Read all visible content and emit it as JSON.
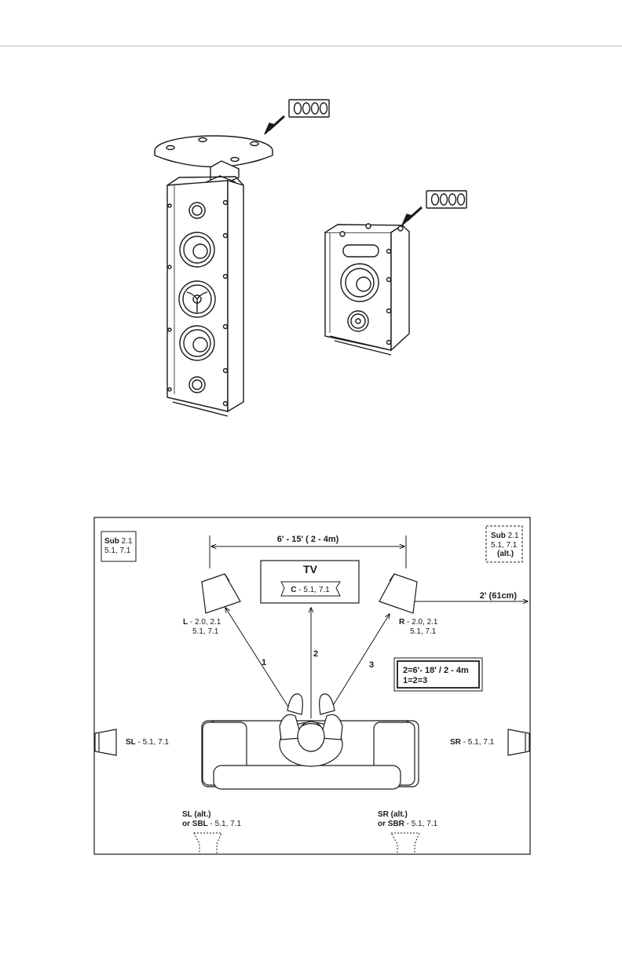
{
  "layout_diagram": {
    "tv_label": "TV",
    "center": {
      "code": "C",
      "modes": "5.1, 7.1"
    },
    "left": {
      "code": "L",
      "modes_line1": "2.0, 2.1",
      "modes_line2": "5.1, 7.1"
    },
    "right": {
      "code": "R",
      "modes_line1": "2.0, 2.1",
      "modes_line2": "5.1, 7.1"
    },
    "sub_main": {
      "code": "Sub",
      "modes_line1": "2.1",
      "modes_line2": "5.1, 7.1"
    },
    "sub_alt": {
      "code": "Sub",
      "modes_line1": "2.1",
      "modes_line2": "5.1, 7.1",
      "note": "(alt.)"
    },
    "width_dimension": "6' - 15' ( 2 - 4m)",
    "wall_dimension": "2' (61cm)",
    "distance_box": {
      "line1": "2=6'- 18' / 2 - 4m",
      "line2": "1=2=3"
    },
    "line_numbers": [
      "1",
      "2",
      "3"
    ],
    "side_left": {
      "code": "SL",
      "modes": "5.1, 7.1"
    },
    "side_right": {
      "code": "SR",
      "modes": "5.1, 7.1"
    },
    "rear_left": {
      "line1": "SL (alt.)",
      "prefix": "or SBL",
      "modes": "5.1, 7.1"
    },
    "rear_right": {
      "line1": "SR (alt.)",
      "prefix": "or SBR",
      "modes": "5.1, 7.1"
    }
  }
}
